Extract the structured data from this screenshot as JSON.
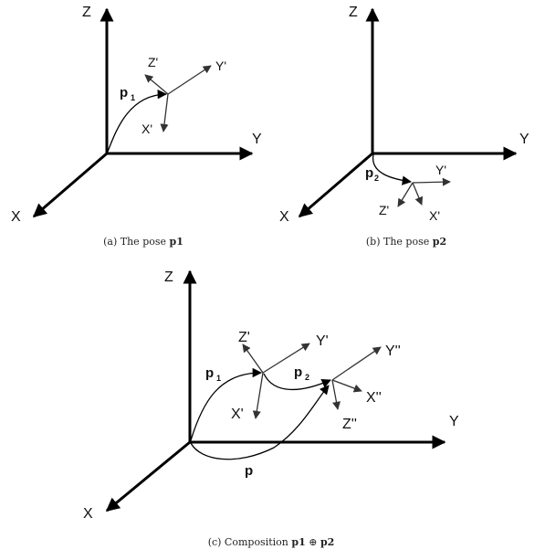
{
  "panel_a": {
    "axes": {
      "x": "X",
      "y": "Y",
      "z": "Z"
    },
    "frame": {
      "x": "X'",
      "y": "Y'",
      "z": "Z'"
    },
    "pose": "p",
    "pose_sub": "1",
    "caption_prefix": "(a) The pose",
    "caption_bold": "p1"
  },
  "panel_b": {
    "axes": {
      "x": "X",
      "y": "Y",
      "z": "Z"
    },
    "frame": {
      "x": "X'",
      "y": "Y'",
      "z": "Z'"
    },
    "pose": "p",
    "pose_sub": "2",
    "caption_prefix": "(b) The pose",
    "caption_bold": "p2"
  },
  "panel_c": {
    "axes": {
      "x": "X",
      "y": "Y",
      "z": "Z"
    },
    "frame1": {
      "x": "X'",
      "y": "Y'",
      "z": "Z'"
    },
    "frame2": {
      "x": "X''",
      "y": "Y''",
      "z": "Z''"
    },
    "pose1": "p",
    "pose1_sub": "1",
    "pose2": "p",
    "pose2_sub": "2",
    "composite": "p",
    "caption_prefix": "(c) Composition",
    "caption_p1": "p1",
    "caption_op": "⊕",
    "caption_p2": "p2"
  }
}
